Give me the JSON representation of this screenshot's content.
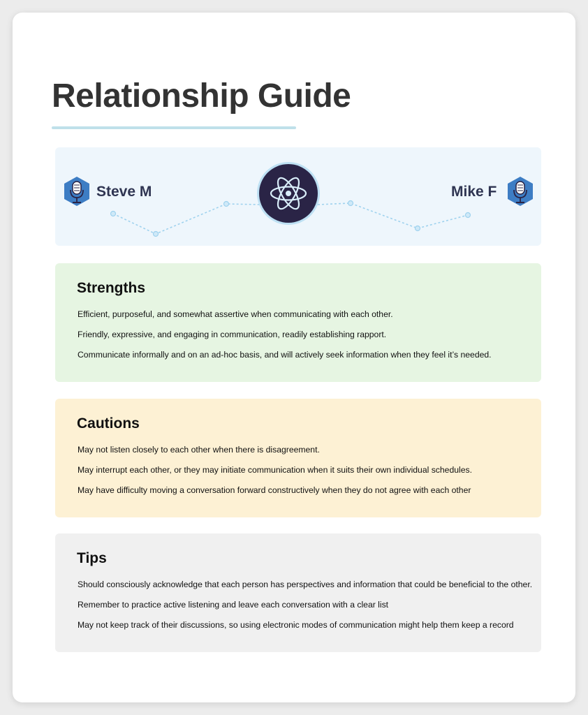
{
  "title": "Relationship Guide",
  "people": {
    "left": {
      "name": "Steve M",
      "icon": "microphone-icon"
    },
    "right": {
      "name": "Mike F",
      "icon": "microphone-icon"
    },
    "center_icon": "atom-icon"
  },
  "colors": {
    "accent_underline": "#bfe0ea",
    "header_bg": "#eef6fc",
    "strengths_bg": "#e6f5e2",
    "cautions_bg": "#fdf1d4",
    "tips_bg": "#f0f0f0",
    "badge": "#2a2446",
    "icon_blue": "#3d7dc4"
  },
  "sections": {
    "strengths": {
      "heading": "Strengths",
      "items": [
        "Efficient, purposeful, and somewhat assertive when communicating with each other.",
        "Friendly, expressive, and engaging in communication, readily establishing rapport.",
        "Communicate informally and on an ad-hoc basis, and will actively seek information when they feel it’s needed."
      ]
    },
    "cautions": {
      "heading": "Cautions",
      "items": [
        "May not listen closely to each other when there is disagreement.",
        "May interrupt each other, or they may initiate communication when it suits their own individual schedules.",
        "May have difficulty moving a conversation forward constructively when they do not agree with each other"
      ]
    },
    "tips": {
      "heading": "Tips",
      "items": [
        "Should consciously acknowledge that each person has perspectives and information that could be beneficial to the other.",
        "Remember to practice active listening and leave each conversation with a clear list",
        "May not keep track of their discussions, so using electronic modes of communication might help them keep a record"
      ]
    }
  }
}
